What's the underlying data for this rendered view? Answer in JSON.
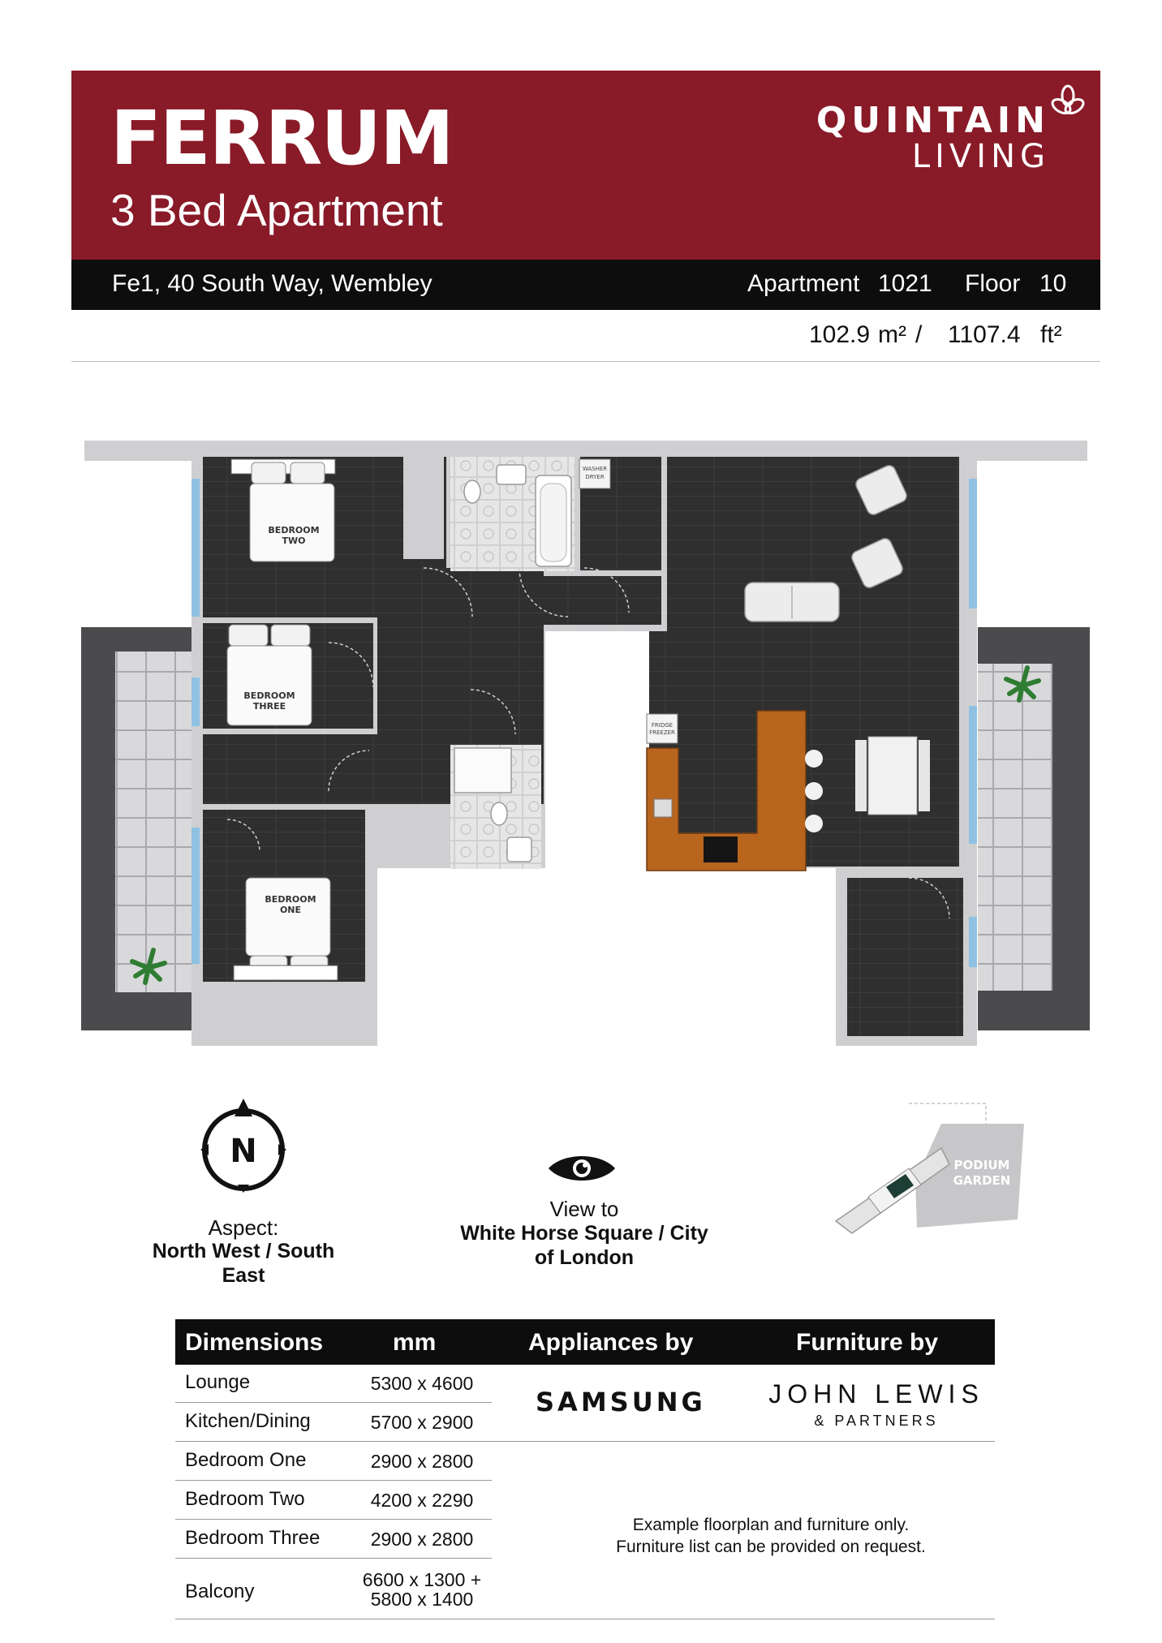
{
  "header": {
    "title": "FERRUM",
    "subtitle": "3 Bed Apartment",
    "brand_line1": "QUINTAIN",
    "brand_line2": "LIVING",
    "color": "#891a28"
  },
  "address_bar": {
    "address": "Fe1, 40 South Way, Wembley",
    "apartment_label": "Apartment",
    "apartment_number": "1021",
    "floor_label": "Floor",
    "floor_number": "10"
  },
  "area": {
    "sqm": "102.9",
    "sqm_unit": "m²",
    "separator": "/",
    "sqft": "1107.4",
    "sqft_unit": "ft²"
  },
  "floorplan": {
    "rooms": {
      "bedroom_two": [
        "BEDROOM",
        "TWO"
      ],
      "bedroom_three": [
        "BEDROOM",
        "THREE"
      ],
      "bedroom_one": [
        "BEDROOM",
        "ONE"
      ]
    },
    "appliances": {
      "washer": [
        "WASHER",
        "DRYER"
      ],
      "fridge": [
        "FRIDGE",
        "FREEZER"
      ]
    }
  },
  "compass": {
    "letter": "N",
    "aspect_label": "Aspect:",
    "aspect_value": "North West / South East"
  },
  "view": {
    "label": "View to",
    "value": "White Horse Square / City of London"
  },
  "site_plan": {
    "label_line1": "PODIUM",
    "label_line2": "GARDEN"
  },
  "table": {
    "headers": {
      "dimensions": "Dimensions",
      "mm": "mm",
      "appliances": "Appliances by",
      "furniture": "Furniture by"
    },
    "rows": [
      {
        "room": "Lounge",
        "size": "5300 x 4600"
      },
      {
        "room": "Kitchen/Dining",
        "size": "5700 x 2900"
      },
      {
        "room": "Bedroom One",
        "size": "2900 x 2800"
      },
      {
        "room": "Bedroom Two",
        "size": "4200 x 2290"
      },
      {
        "room": "Bedroom Three",
        "size": "2900 x 2800"
      },
      {
        "room": "Balcony",
        "size_line1": "6600 x 1300 +",
        "size_line2": "5800 x 1400"
      }
    ],
    "appliance_brand": "SAMSUNG",
    "furniture_brand_line1": "JOHN LEWIS",
    "furniture_brand_line2": "& PARTNERS",
    "note_line1": "Example floorplan and furniture only.",
    "note_line2": "Furniture list can be provided on request."
  }
}
